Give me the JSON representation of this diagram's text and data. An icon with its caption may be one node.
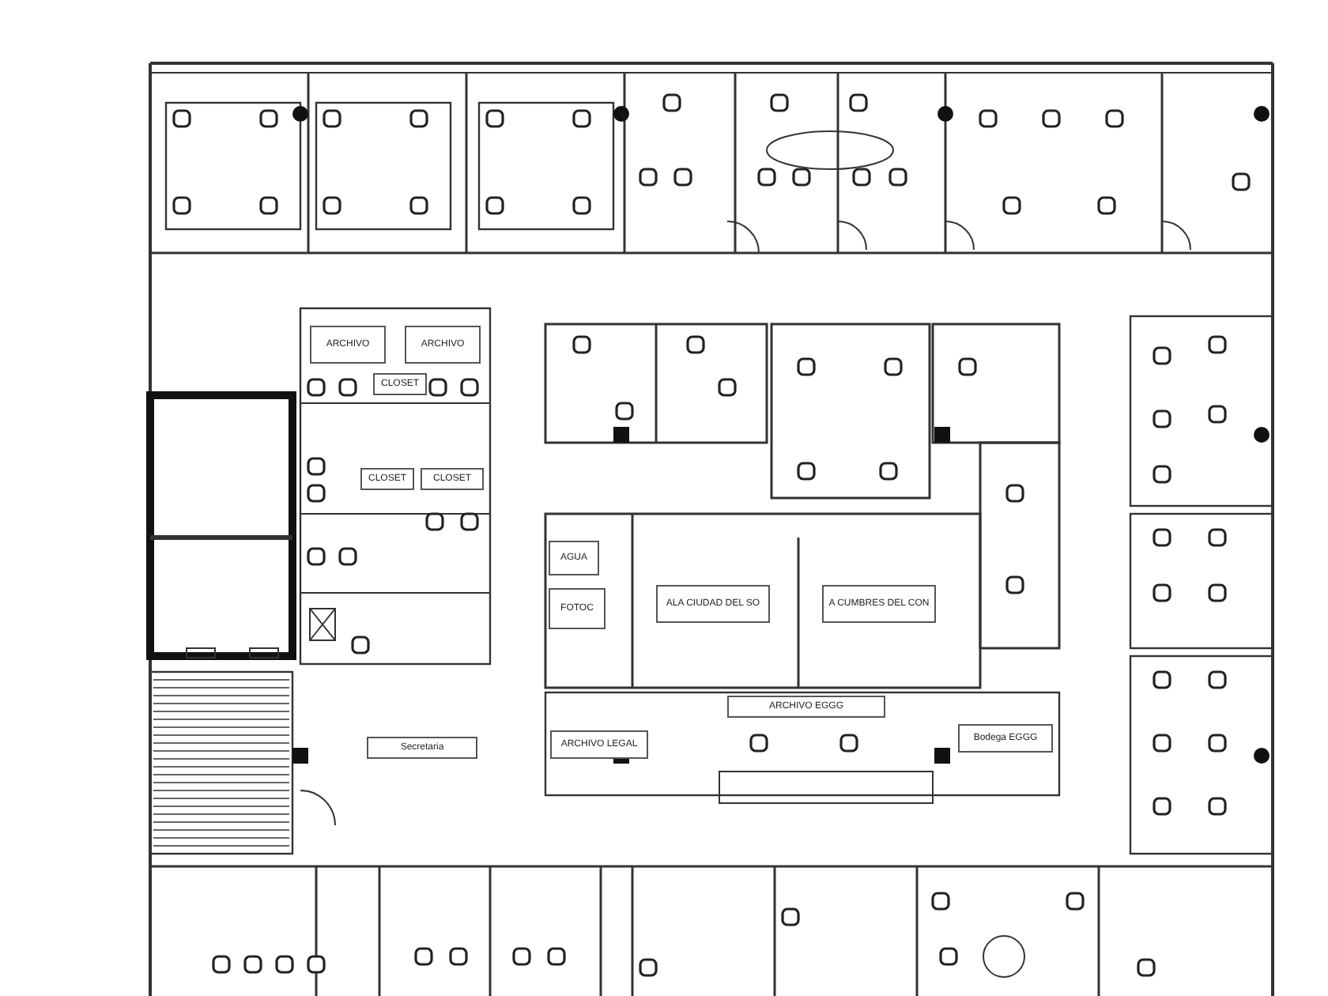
{
  "diagram": {
    "nodes": [
      {
        "text": [
          "ARCHIVO"
        ]
      },
      {
        "text": [
          "ARCHIVO"
        ]
      },
      {
        "text": [
          "CLOSET"
        ]
      },
      {
        "text": [
          "CLOSET"
        ]
      },
      {
        "text": [
          "CLOSET"
        ]
      },
      {
        "text": [
          "AGUA"
        ]
      },
      {
        "text": [
          "FOTOC"
        ]
      },
      {
        "text": [
          "ALA CIUDAD DEL SO"
        ]
      },
      {
        "text": [
          "A CUMBRES DEL CON"
        ]
      },
      {
        "text": [
          "ARCHIVO EGGG"
        ]
      },
      {
        "text": [
          "ARCHIVO LEGAL"
        ]
      },
      {
        "text": [
          "Bodega EGGG"
        ]
      },
      {
        "text": [
          "Secretaria"
        ]
      }
    ]
  }
}
